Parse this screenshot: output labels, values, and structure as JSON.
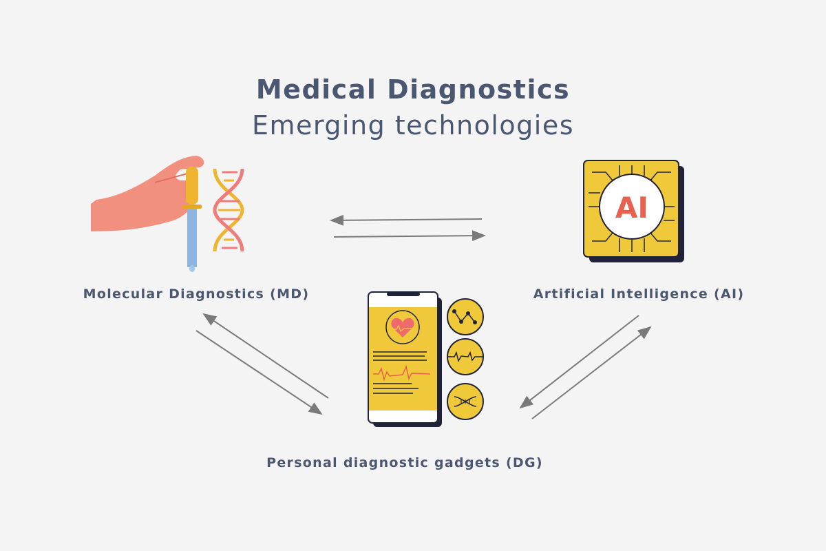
{
  "header": {
    "title": "Medical Diagnostics",
    "subtitle": "Emerging technologies"
  },
  "nodes": {
    "md": {
      "label": "Molecular Diagnostics (MD)",
      "icon": "hand-dropper-dna-icon"
    },
    "ai": {
      "label": "Artificial Intelligence (AI)",
      "icon": "ai-chip-icon",
      "chip_text": "AI"
    },
    "dg": {
      "label": "Personal diagnostic gadgets (DG)",
      "icon": "smartphone-health-icon"
    }
  },
  "colors": {
    "text": "#4b5670",
    "arrow": "#7a7a7a",
    "yellow": "#f0c93a",
    "coral": "#f08a7a",
    "red": "#e8604e",
    "dark": "#1f2238"
  }
}
